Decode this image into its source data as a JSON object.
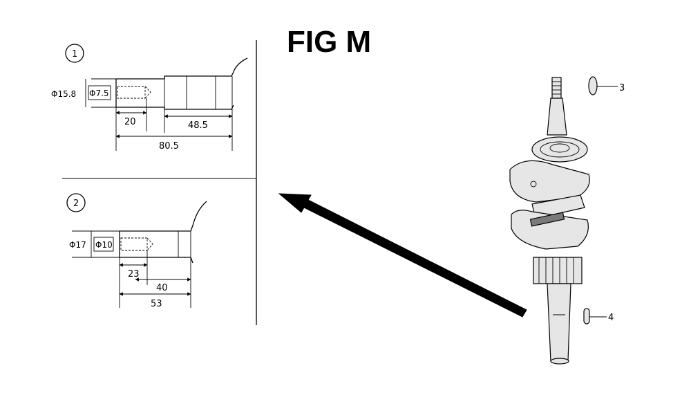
{
  "figure": {
    "title": "FIG M"
  },
  "detail_1": {
    "callout": "1",
    "outer_diameter": "Φ15.8",
    "inner_diameter": "Φ7.5",
    "len_a": "20",
    "len_b": "48.5",
    "len_total": "80.5"
  },
  "detail_2": {
    "callout": "2",
    "outer_diameter": "Φ17",
    "inner_diameter": "Φ10",
    "len_a": "23",
    "len_b": "40",
    "len_total": "53"
  },
  "parts": {
    "key_top": "3",
    "key_bottom": "4"
  }
}
